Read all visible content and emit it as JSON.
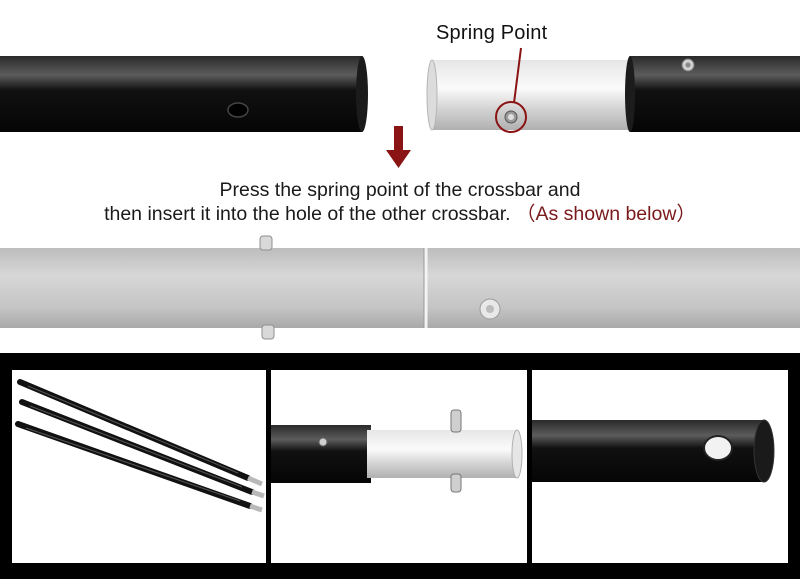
{
  "callout": {
    "spring_point_label": "Spring Point"
  },
  "instruction": {
    "line1": "Press the spring point of the crossbar and",
    "line2": "then insert it into the hole of the other crossbar.",
    "note": "（As shown below）"
  },
  "colors": {
    "tube_black": "#0d0d0d",
    "tube_silver": "#c9c9c9",
    "arrow_red": "#8a1414",
    "frame": "#000000"
  },
  "icons": {
    "arrow": "down-arrow-icon"
  }
}
